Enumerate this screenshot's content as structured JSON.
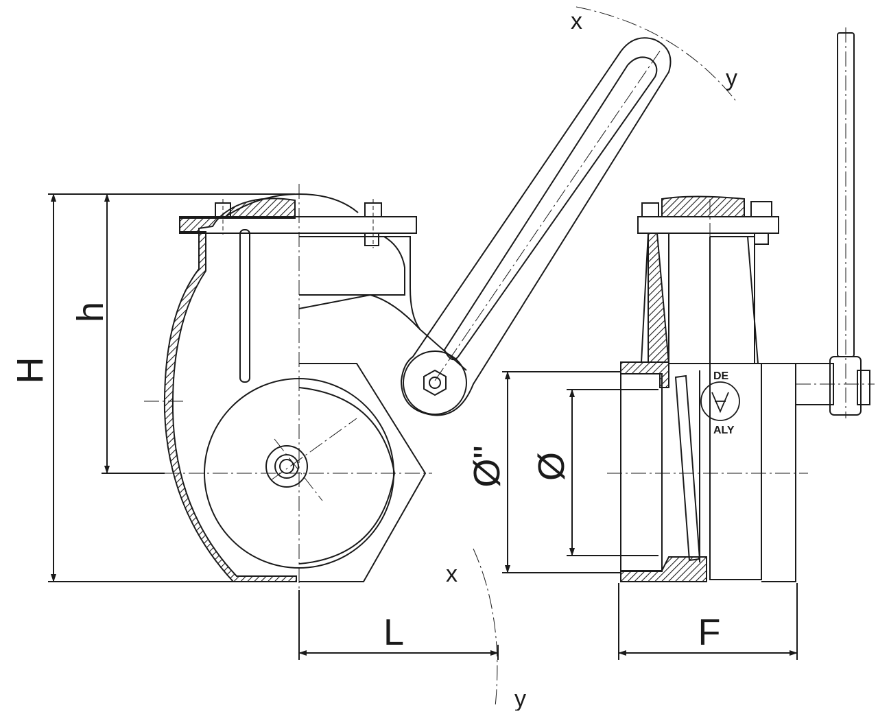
{
  "drawing": {
    "dimensions": {
      "H": "H",
      "h": "h",
      "L": "L",
      "F": "F",
      "phi_outer": "Ø\"",
      "phi_inner": "Ø"
    },
    "axes": {
      "x_top": "x",
      "y_top": "y",
      "x_bottom": "x",
      "y_bottom": "y"
    },
    "logo": {
      "text_top": "DE",
      "text_bottom": "ALY"
    },
    "colors": {
      "line": "#1a1a1a",
      "paper": "#ffffff"
    }
  }
}
